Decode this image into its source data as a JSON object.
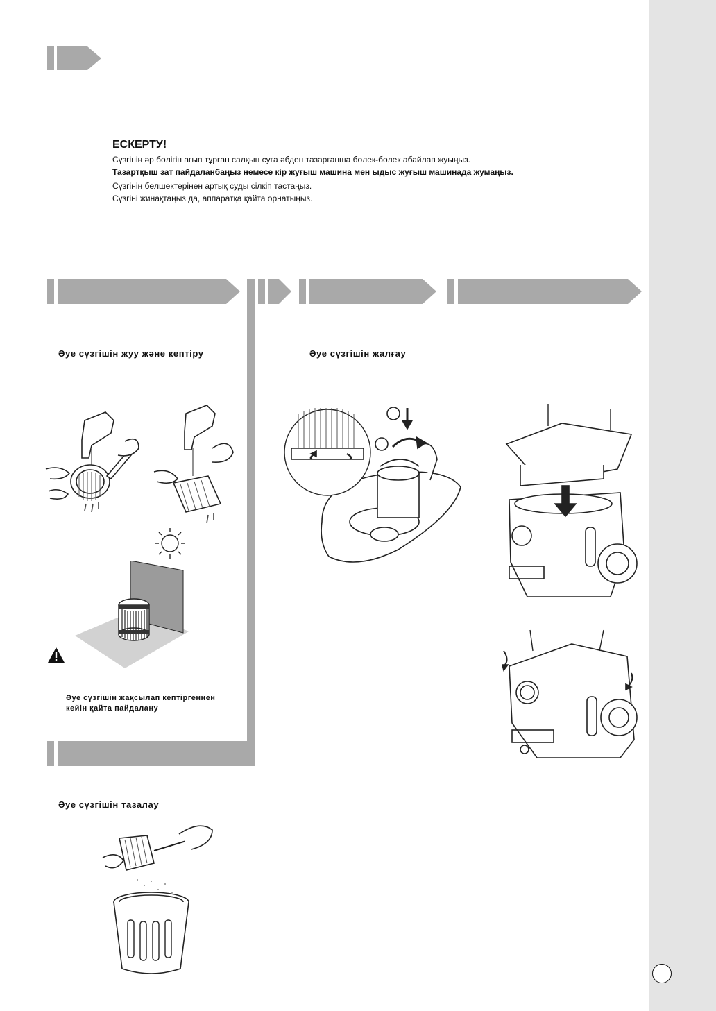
{
  "warning": {
    "title": "ЕСКЕРТУ!",
    "lines": [
      "Сүзгінің әр бөлігін ағып тұрған салқын суға әбден тазарғанша бөлек-бөлек абайлап жуыңыз.",
      "Тазартқыш зат пайдаланбаңыз немесе кір жуғыш машина мен ыдыс жуғыш машинада жумаңыз.",
      "Сүзгінің бөлшектерінен артық суды сілкіп тастаңыз.",
      "Сүзгіні жинақтаңыз да, аппаратқа қайта орнатыңыз."
    ]
  },
  "sections": {
    "wash_dry": {
      "caption": "Әуе сүзгішін жуу және кептіру",
      "note": "Әуе сүзгішін жақсылап кептіргеннен кейін қайта пайдалану"
    },
    "connect": {
      "caption": "Әуе сүзгішін жалғау"
    },
    "clean": {
      "caption": "Әуе сүзгішін тазалау"
    }
  },
  "icons": {
    "warning": "warning-triangle-icon",
    "sun": "sun-icon",
    "arrow": "arrow-down-icon"
  },
  "colors": {
    "banner": "#a9a9a9",
    "sidebar": "#e4e4e4"
  }
}
